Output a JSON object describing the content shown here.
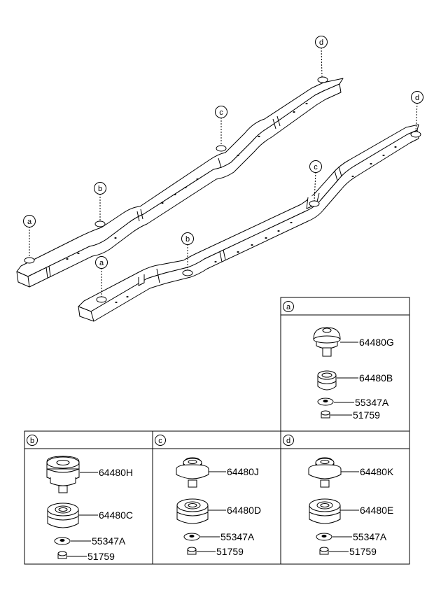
{
  "callouts": {
    "left_frame": [
      "a",
      "b",
      "c",
      "d"
    ],
    "right_frame": [
      "a",
      "b",
      "c",
      "d"
    ]
  },
  "panels": {
    "a": {
      "letter": "a",
      "parts": [
        "64480G",
        "64480B",
        "55347A",
        "51759"
      ]
    },
    "b": {
      "letter": "b",
      "parts": [
        "64480H",
        "64480C",
        "55347A",
        "51759"
      ]
    },
    "c": {
      "letter": "c",
      "parts": [
        "64480J",
        "64480D",
        "55347A",
        "51759"
      ]
    },
    "d": {
      "letter": "d",
      "parts": [
        "64480K",
        "64480E",
        "55347A",
        "51759"
      ]
    }
  }
}
